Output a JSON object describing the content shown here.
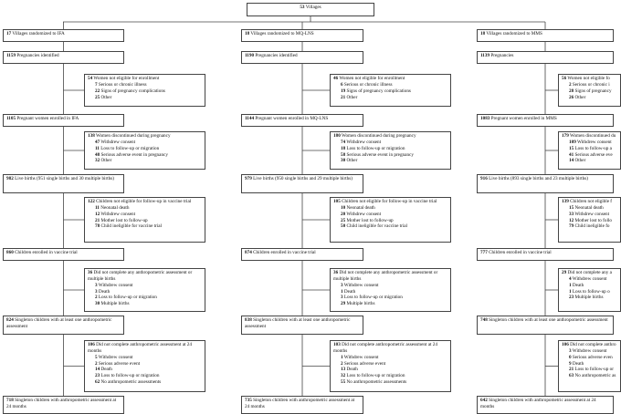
{
  "top": {
    "n": "53",
    "text": "Villages"
  },
  "arms": [
    {
      "randomized": {
        "n": "17",
        "text": "Villages randomized to IFA"
      },
      "pregnancies": {
        "n": "1159",
        "text": "Pregnancies identified"
      },
      "excl1": {
        "n": "54",
        "text": "Women not eligible for enrollment",
        "items": [
          {
            "n": "7",
            "text": "Serious or chronic illness"
          },
          {
            "n": "22",
            "text": "Signs of pregnancy complications"
          },
          {
            "n": "25",
            "text": "Other"
          }
        ]
      },
      "enrolled": {
        "n": "1105",
        "text": "Pregnant women enrolled in IFA"
      },
      "excl2": {
        "n": "138",
        "text": "Women discontinued during pregnancy",
        "items": [
          {
            "n": "47",
            "text": "Withdrew consent"
          },
          {
            "n": "11",
            "text": "Loss to follow-up or migration"
          },
          {
            "n": "48",
            "text": "Serious adverse event in pregnancy"
          },
          {
            "n": "32",
            "text": "Other"
          }
        ]
      },
      "births": {
        "n": "982",
        "text": "Live births (951 single births and 30 multiple births)"
      },
      "excl3": {
        "n": "122",
        "text": "Children not eligible for follow-up in vaccine trial",
        "items": [
          {
            "n": "11",
            "text": "Neonatal death"
          },
          {
            "n": "12",
            "text": "Withdrew consent"
          },
          {
            "n": "21",
            "text": "Mother lost to follow-up"
          },
          {
            "n": "78",
            "text": "Child ineligible for vaccine trial"
          }
        ]
      },
      "vaccine": {
        "n": "860",
        "text": "Children enrolled in vaccine trial"
      },
      "excl4": {
        "n": "36",
        "text": "Did not complete any anthropometric assessment or multiple births",
        "items": [
          {
            "n": "3",
            "text": "Withdrew consent"
          },
          {
            "n": "3",
            "text": "Death"
          },
          {
            "n": "2",
            "text": "Loss to follow-up or migration"
          },
          {
            "n": "30",
            "text": "Multiple births"
          }
        ]
      },
      "singleton": {
        "n": "824",
        "text": "Singleton children with at least one anthropometric assessment"
      },
      "excl5": {
        "n": "106",
        "text": "Did not complete anthropometric assessment at 24 months",
        "items": [
          {
            "n": "5",
            "text": "Withdrew consent"
          },
          {
            "n": "2",
            "text": "Serious adverse event"
          },
          {
            "n": "14",
            "text": "Death"
          },
          {
            "n": "23",
            "text": "Loss to follow-up or migration"
          },
          {
            "n": "62",
            "text": "No anthropometric assessments"
          }
        ]
      },
      "final": {
        "n": "718",
        "text": "Singleton children with anthropometric assessment at 24 months"
      }
    },
    {
      "randomized": {
        "n": "18",
        "text": "Villages randomized to MQ-LNS"
      },
      "pregnancies": {
        "n": "1190",
        "text": "Pregnancies identified"
      },
      "excl1": {
        "n": "46",
        "text": "Women not eligible for enrollment",
        "items": [
          {
            "n": "6",
            "text": "Serious or chronic illness"
          },
          {
            "n": "19",
            "text": "Signs of pregnancy complications"
          },
          {
            "n": "21",
            "text": "Other"
          }
        ]
      },
      "enrolled": {
        "n": "1144",
        "text": "Pregnant women enrolled in MQ-LNS"
      },
      "excl2": {
        "n": "180",
        "text": "Women discontinued during pregnancy",
        "items": [
          {
            "n": "74",
            "text": "Withdrew consent"
          },
          {
            "n": "18",
            "text": "Loss to follow-up or migration"
          },
          {
            "n": "58",
            "text": "Serious adverse event in pregnancy"
          },
          {
            "n": "30",
            "text": "Other"
          }
        ]
      },
      "births": {
        "n": "979",
        "text": "Live births (950 single births and 29 multiple births)"
      },
      "excl3": {
        "n": "105",
        "text": "Children not eligible for follow-up in vaccine trial",
        "items": [
          {
            "n": "10",
            "text": "Neonatal death"
          },
          {
            "n": "20",
            "text": "Withdrew consent"
          },
          {
            "n": "25",
            "text": "Mother lost to follow-up"
          },
          {
            "n": "50",
            "text": "Child ineligible for vaccine trial"
          }
        ]
      },
      "vaccine": {
        "n": "874",
        "text": "Children enrolled in vaccine trial"
      },
      "excl4": {
        "n": "36",
        "text": "Did not complete any anthropometric assessment or multiple births",
        "items": [
          {
            "n": "3",
            "text": "Withdrew consent"
          },
          {
            "n": "1",
            "text": "Death"
          },
          {
            "n": "3",
            "text": "Loss to follow-up or migration"
          },
          {
            "n": "29",
            "text": "Multiple births"
          }
        ]
      },
      "singleton": {
        "n": "838",
        "text": "Singleton children with at least one anthropometric assessment"
      },
      "excl5": {
        "n": "103",
        "text": "Did not complete anthropometric assessment at 24 months",
        "items": [
          {
            "n": "1",
            "text": "Withdrew consent"
          },
          {
            "n": "2",
            "text": "Serious adverse event"
          },
          {
            "n": "13",
            "text": "Death"
          },
          {
            "n": "32",
            "text": "Loss to follow-up or migration"
          },
          {
            "n": "55",
            "text": "No anthropometric assessments"
          }
        ]
      },
      "final": {
        "n": "735",
        "text": "Singleton children with anthropometric assessment at 24 months"
      }
    },
    {
      "randomized": {
        "n": "18",
        "text": "Villages randomized to MMS"
      },
      "pregnancies": {
        "n": "1139",
        "text": "Pregnancies"
      },
      "excl1": {
        "n": "56",
        "text": "Women not eligible fo",
        "items": [
          {
            "n": "2",
            "text": "Serious or chronic i"
          },
          {
            "n": "28",
            "text": "Signs of pregnancy"
          },
          {
            "n": "26",
            "text": "Other"
          }
        ]
      },
      "enrolled": {
        "n": "1083",
        "text": "Pregnant women enrolled in MMS"
      },
      "excl2": {
        "n": "179",
        "text": "Women discontinued du",
        "items": [
          {
            "n": "109",
            "text": "Withdrew consent"
          },
          {
            "n": "15",
            "text": "Loss to follow-up a"
          },
          {
            "n": "41",
            "text": "Serious adverse eve"
          },
          {
            "n": "14",
            "text": "Other"
          }
        ]
      },
      "births": {
        "n": "916",
        "text": "Live births (893 single births and 23 multiple births)"
      },
      "excl3": {
        "n": "139",
        "text": "Children not eligible f",
        "items": [
          {
            "n": "15",
            "text": "Neonatal death"
          },
          {
            "n": "33",
            "text": "Withdrew consent"
          },
          {
            "n": "12",
            "text": "Mother lost to follo"
          },
          {
            "n": "79",
            "text": "Child ineligible fo"
          }
        ]
      },
      "vaccine": {
        "n": "777",
        "text": "Children enrolled in vaccine trial"
      },
      "excl4": {
        "n": "29",
        "text": "Did not complete any a",
        "items": [
          {
            "n": "4",
            "text": "Withdrew consent"
          },
          {
            "n": "1",
            "text": "Death"
          },
          {
            "n": "1",
            "text": "Loss to follow-up o"
          },
          {
            "n": "23",
            "text": "Multiple births"
          }
        ]
      },
      "singleton": {
        "n": "748",
        "text": "Singleton children with at least one anthropometric assessment"
      },
      "excl5": {
        "n": "106",
        "text": "Did not complete anthro",
        "items": [
          {
            "n": "3",
            "text": "Withdrew consent"
          },
          {
            "n": "0",
            "text": "Serious adverse even"
          },
          {
            "n": "9",
            "text": "Death"
          },
          {
            "n": "21",
            "text": "Loss to follow-up or"
          },
          {
            "n": "63",
            "text": "No anthropometric as"
          }
        ]
      },
      "final": {
        "n": "642",
        "text": "Singleton children with anthropometric assessment at 24 months"
      }
    }
  ]
}
